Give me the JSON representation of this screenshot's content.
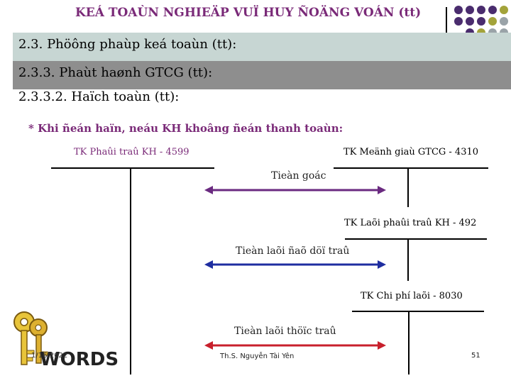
{
  "slide": {
    "title": "KEÁ TOAÙN NGHIEÄP VUÏ HUY ÑOÄNG VOÁN (tt)",
    "line1": "2.3. Phöông phaùp keá toaùn (tt):",
    "line2": "2.3.3. Phaùt haønh GTCG (tt):",
    "line3": "2.3.3.2. Haïch toaùn (tt):",
    "note": "* Khi ñeán haïn, neáu KH khoâng ñeán thanh toaùn:"
  },
  "accounts": {
    "left": "TK Phaûi traû KH - 4599",
    "right1": "TK Meänh giaù GTCG - 4310",
    "right2": "TK Laõi phaûi traû KH - 492",
    "right3": "TK Chi phí laõi - 8030"
  },
  "entries": {
    "e1": "Tieàn goác",
    "e2": "Tieàn laõi ñaõ döï traû",
    "e3": "Tieàn laõi thöïc traû"
  },
  "footer": {
    "date": "1/16/2022",
    "author": "Th.S. Nguyễn Tài Yên",
    "page": "51",
    "logo_text": "WORDS"
  },
  "colors": {
    "title": "#7a2a78",
    "arrow1": "#6a2a80",
    "arrow2": "#1f2ea0",
    "arrow3": "#c8202c",
    "dot_purple": "#4a2c6e",
    "dot_olive": "#a3a33a",
    "dot_gray": "#9aa3a8"
  },
  "icons": [
    "keys-icon",
    "decorative-dots-icon"
  ]
}
